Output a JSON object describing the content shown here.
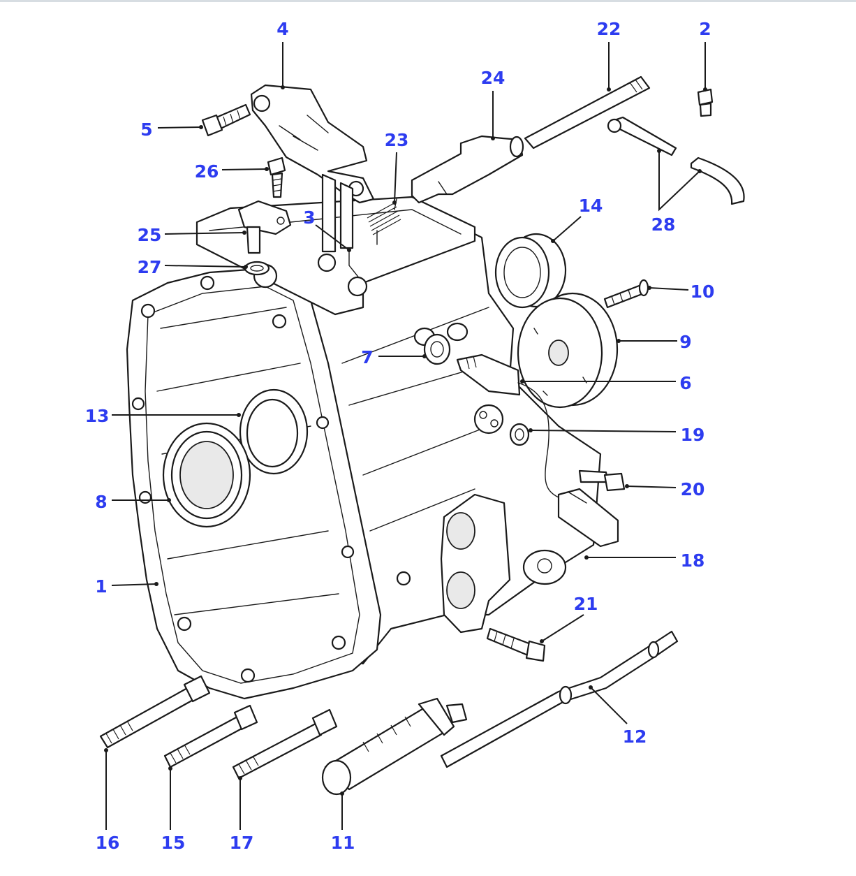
{
  "diagram": {
    "callouts": [
      {
        "id": "c1",
        "label": "1"
      },
      {
        "id": "c2",
        "label": "2"
      },
      {
        "id": "c3",
        "label": "3"
      },
      {
        "id": "c4",
        "label": "4"
      },
      {
        "id": "c5",
        "label": "5"
      },
      {
        "id": "c6",
        "label": "6"
      },
      {
        "id": "c7",
        "label": "7"
      },
      {
        "id": "c8",
        "label": "8"
      },
      {
        "id": "c9",
        "label": "9"
      },
      {
        "id": "c10",
        "label": "10"
      },
      {
        "id": "c11",
        "label": "11"
      },
      {
        "id": "c12",
        "label": "12"
      },
      {
        "id": "c13",
        "label": "13"
      },
      {
        "id": "c14",
        "label": "14"
      },
      {
        "id": "c15",
        "label": "15"
      },
      {
        "id": "c16",
        "label": "16"
      },
      {
        "id": "c17",
        "label": "17"
      },
      {
        "id": "c18",
        "label": "18"
      },
      {
        "id": "c19",
        "label": "19"
      },
      {
        "id": "c20",
        "label": "20"
      },
      {
        "id": "c21",
        "label": "21"
      },
      {
        "id": "c22",
        "label": "22"
      },
      {
        "id": "c23",
        "label": "23"
      },
      {
        "id": "c24",
        "label": "24"
      },
      {
        "id": "c25",
        "label": "25"
      },
      {
        "id": "c26",
        "label": "26"
      },
      {
        "id": "c27",
        "label": "27"
      },
      {
        "id": "c28",
        "label": "28"
      }
    ],
    "colors": {
      "callout": "#2d3cf0",
      "line": "#1a1a1a",
      "background": "#ffffff"
    }
  }
}
